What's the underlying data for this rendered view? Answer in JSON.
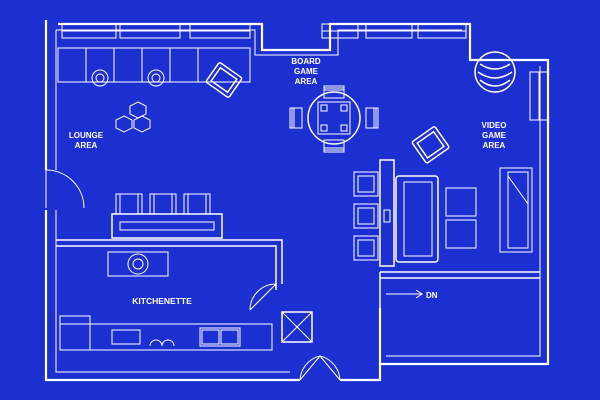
{
  "rooms": {
    "lounge_line1": "LOUNGE",
    "lounge_line2": "AREA",
    "board_line1": "BOARD",
    "board_line2": "GAME",
    "board_line3": "AREA",
    "video_line1": "VIDEO",
    "video_line2": "GAME",
    "video_line3": "AREA",
    "kitchenette": "KITCHENETTE"
  },
  "annotations": {
    "stair_down": "DN"
  },
  "colors": {
    "background": "#1c2fd0",
    "lines": "#ffffff"
  }
}
